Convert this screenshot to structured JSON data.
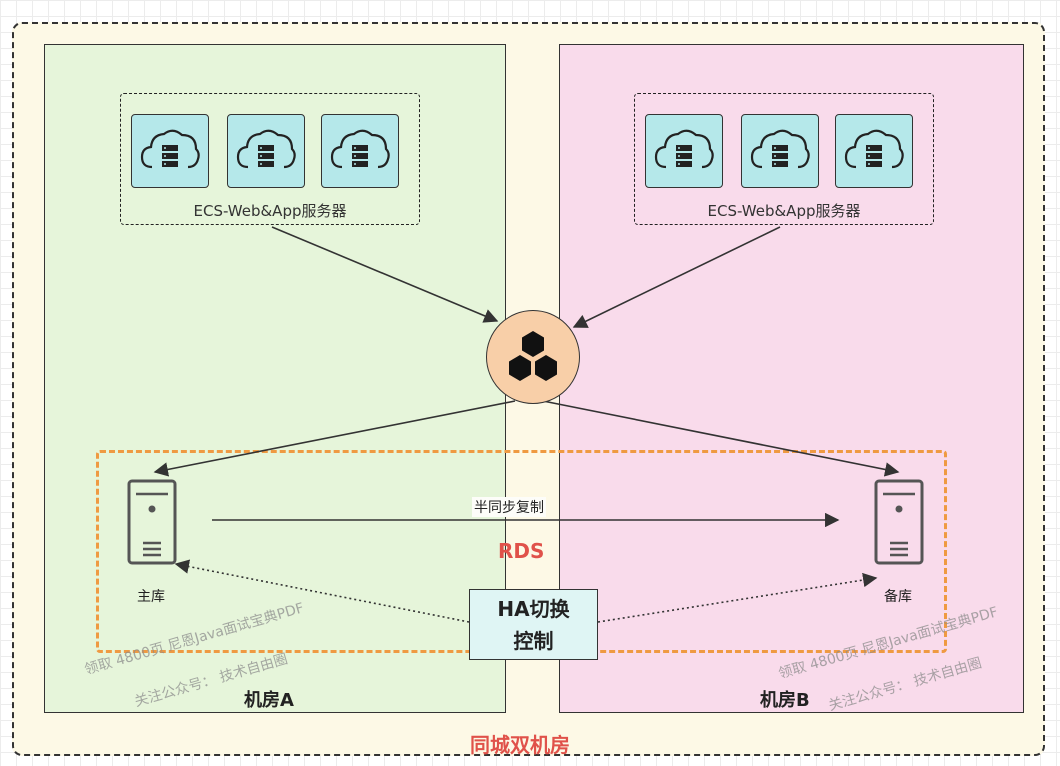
{
  "outer_label": "同城双机房",
  "rooms": {
    "a": {
      "label": "机房A"
    },
    "b": {
      "label": "机房B"
    }
  },
  "clusters": {
    "a": {
      "label": "ECS-Web&App服务器"
    },
    "b": {
      "label": "ECS-Web&App服务器"
    }
  },
  "rds": {
    "label": "RDS",
    "primary_label": "主库",
    "standby_label": "备库",
    "replication_label": "半同步复制",
    "ha_line1": "HA切换",
    "ha_line2": "控制"
  },
  "watermark": {
    "line1": "领取 4800页 尼恩Java面试宝典PDF",
    "line2": "关注公众号： 技术自由圈"
  },
  "colors": {
    "room_a": "#e6f5da",
    "room_b": "#f9dbeb",
    "outer": "#fdf9e6",
    "cloud": "#b5e8ea",
    "hub": "#f8cfa8",
    "rds_frame": "#ef9a42",
    "rds_text": "#e0524a"
  },
  "icons": [
    "cloud-server-icon",
    "database-cluster-icon",
    "server-tower-icon"
  ]
}
